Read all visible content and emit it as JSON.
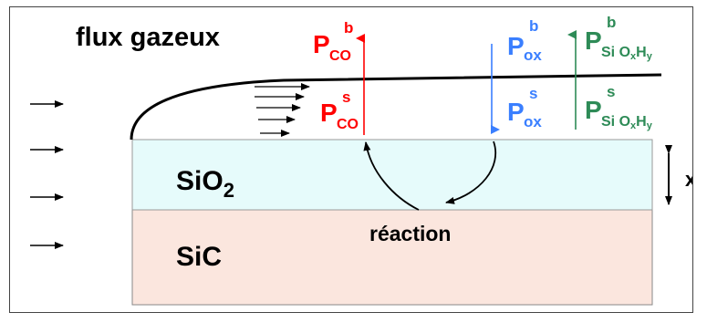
{
  "title": "flux gazeux",
  "layers": {
    "oxide": "SiO",
    "oxide_sub": "2",
    "substrate": "SiC"
  },
  "reaction_label": "réaction",
  "thickness_label": "x",
  "pressures": {
    "co_bulk": {
      "main": "P",
      "sub": "CO",
      "sup": "b"
    },
    "co_surface": {
      "main": "P",
      "sub": "CO",
      "sup": "s"
    },
    "ox_bulk": {
      "main": "P",
      "sub": "ox",
      "sup": "b"
    },
    "ox_surface": {
      "main": "P",
      "sub": "ox",
      "sup": "s"
    },
    "sioh_bulk": {
      "main": "P",
      "sub1": "Si O",
      "sub2": "x",
      "sub3": "H",
      "sub4": "y",
      "sup": "b"
    },
    "sioh_surface": {
      "main": "P",
      "sub1": "Si O",
      "sub2": "x",
      "sub3": "H",
      "sub4": "y",
      "sup": "s"
    }
  },
  "colors": {
    "co": "#ff0000",
    "ox": "#3a7fff",
    "sioh": "#2e8b57",
    "oxide_fill": "#e6fbfb",
    "substrate_fill": "#fbe6de"
  }
}
